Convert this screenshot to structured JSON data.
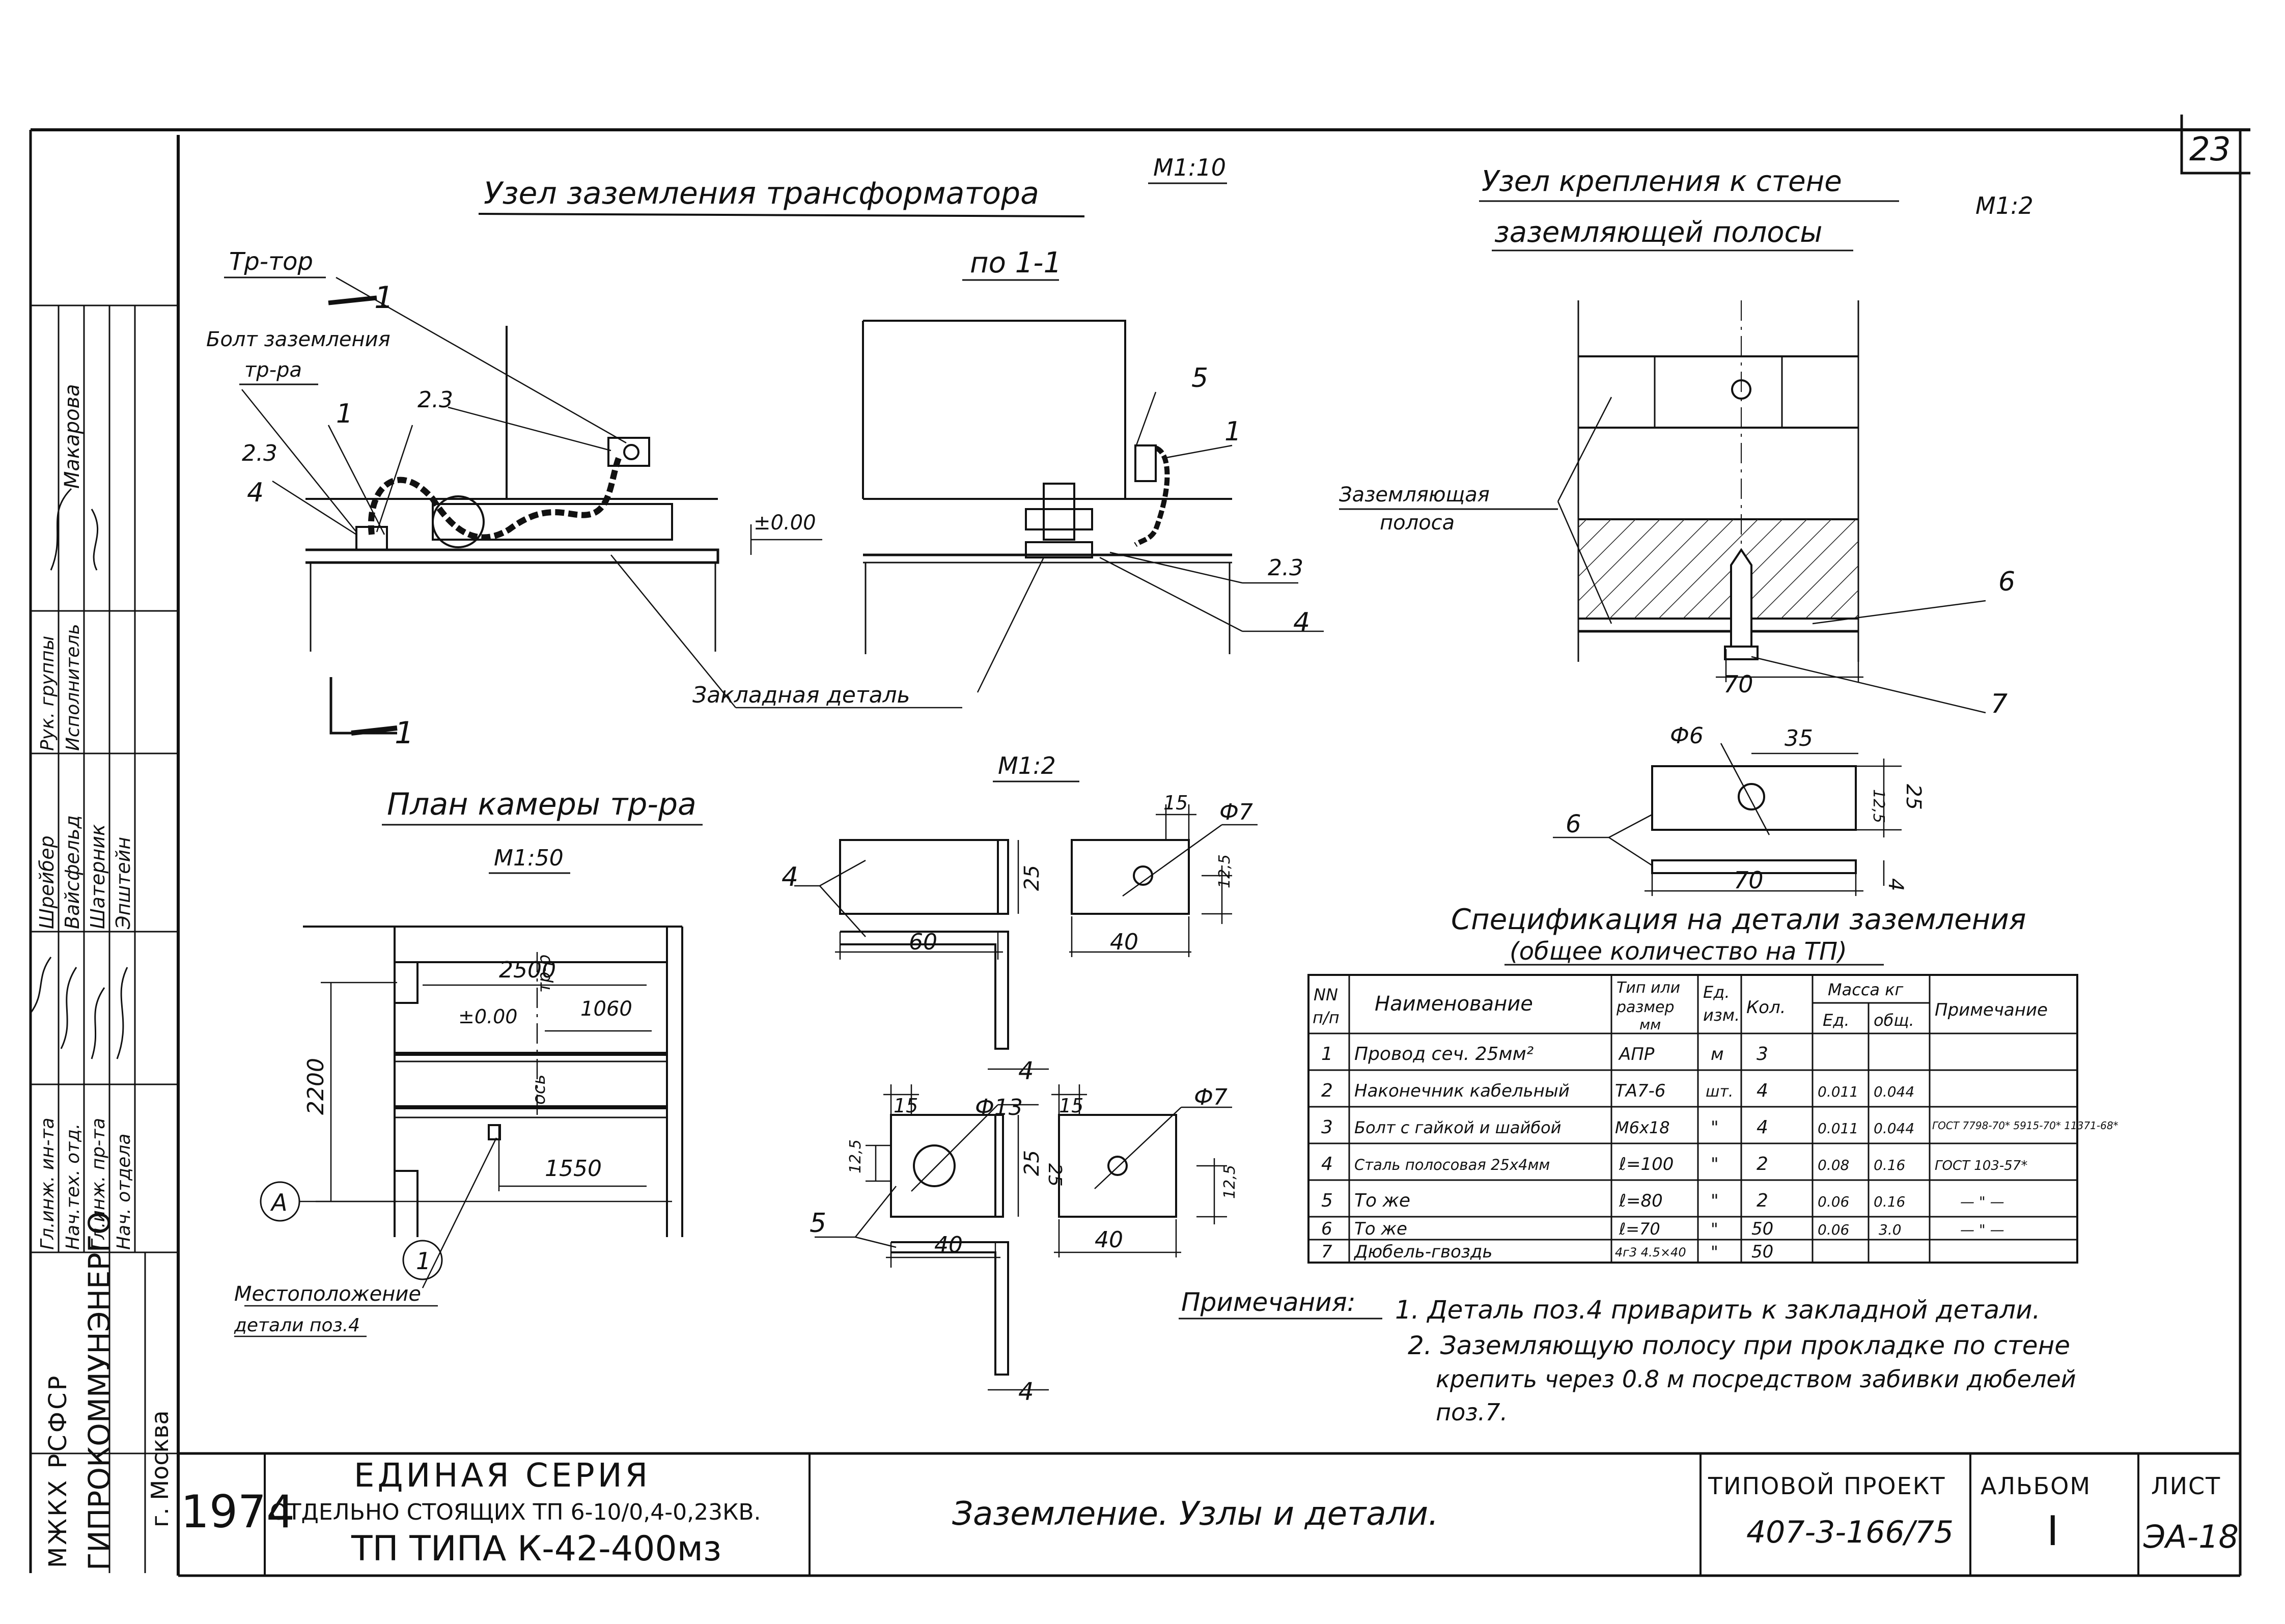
{
  "sheet_number": "23",
  "views": {
    "transformer_node": {
      "title": "Узел заземления трансформатора",
      "scale": "М1:10",
      "label_transformer": "Тр-тор",
      "label_section_mark": "1",
      "label_bolt_line1": "Болт заземления",
      "label_bolt_line2": "тр-ра",
      "pos_2_3_left": "2.3",
      "pos_1": "1",
      "pos_2_3_mid": "2.3",
      "pos_4": "4",
      "level_mark": "±0.00",
      "embedded_part": "Закладная деталь",
      "section_mark_bottom": "1"
    },
    "section_1_1": {
      "title": "по 1-1",
      "pos_5": "5",
      "pos_1": "1",
      "pos_2_3": "2.3",
      "pos_4": "4"
    },
    "wall_node": {
      "title_line1": "Узел крепления к стене",
      "title_line2": "заземляющей полосы",
      "scale": "М1:2",
      "label_strip_line1": "Заземляющая",
      "label_strip_line2": "полоса",
      "pos_6": "6",
      "dim_70": "70",
      "pos_7": "7"
    },
    "strip_detail": {
      "dim_phi6": "Ф6",
      "dim_35": "35",
      "dim_12_5": "12,5",
      "dim_25": "25",
      "pos_6": "6",
      "dim_70": "70",
      "dim_4": "4"
    },
    "plan": {
      "title": "План камеры тр-ра",
      "scale": "М1:50",
      "dim_2500": "2500",
      "level": "±0.00",
      "dim_1060": "1060",
      "label_tr": "тр-р",
      "label_axis": "ось",
      "dim_2200": "2200",
      "dim_1550": "1550",
      "axis_A": "А",
      "pos_1": "1",
      "note_line1": "Местоположение",
      "note_line2": "детали поз.4"
    },
    "details": {
      "scale": "М1:2",
      "pos_4": "4",
      "dim_60": "60",
      "dim_25a": "25",
      "dim_15a": "15",
      "dim_phi7a": "Ф7",
      "dim_12_5a": "12,5",
      "dim_40a": "40",
      "dim_4a": "4",
      "dim_15b": "15",
      "dim_phi13": "Ф13",
      "dim_15c": "15",
      "dim_phi7b": "Ф7",
      "dim_12_5b": "12,5",
      "dim_25b": "25",
      "dim_25c": "25",
      "dim_12_5c": "12,5",
      "pos_5": "5",
      "dim_40b": "40",
      "dim_40c": "40",
      "dim_4b": "4"
    }
  },
  "spec_table": {
    "title_line1": "Спецификация на детали заземления",
    "title_line2": "(общее количество на ТП)",
    "headers": {
      "num": [
        "NN",
        "п/п"
      ],
      "name": "Наименование",
      "type": [
        "Тип или",
        "размер",
        "мм"
      ],
      "unit": [
        "Ед.",
        "изм."
      ],
      "qty": "Кол.",
      "mass": "Масса кг",
      "mass_unit": "Ед.",
      "mass_total": "общ.",
      "note": "Примечание"
    },
    "rows": [
      {
        "num": "1",
        "name": "Провод сеч. 25мм²",
        "type": "АПР",
        "unit": "м",
        "qty": "3",
        "mass_unit": "",
        "mass_total": "",
        "note": ""
      },
      {
        "num": "2",
        "name": "Наконечник кабельный",
        "type": "ТА7-6",
        "unit": "шт.",
        "qty": "4",
        "mass_unit": "0.011",
        "mass_total": "0.044",
        "note": ""
      },
      {
        "num": "3",
        "name": "Болт с гайкой и шайбой",
        "type": "М6х18",
        "unit": "\"",
        "qty": "4",
        "mass_unit": "0.011",
        "mass_total": "0.044",
        "note": "ГОСТ 7798-70* 5915-70* 11371-68*"
      },
      {
        "num": "4",
        "name": "Сталь полосовая 25х4мм",
        "type": "ℓ=100",
        "unit": "\"",
        "qty": "2",
        "mass_unit": "0.08",
        "mass_total": "0.16",
        "note": "ГОСТ 103-57*"
      },
      {
        "num": "5",
        "name": "То же",
        "type": "ℓ=80",
        "unit": "\"",
        "qty": "2",
        "mass_unit": "0.06",
        "mass_total": "0.16",
        "note": "— \" —"
      },
      {
        "num": "6",
        "name": "То же",
        "type": "ℓ=70",
        "unit": "\"",
        "qty": "50",
        "mass_unit": "0.06",
        "mass_total": "3.0",
        "note": "— \" —"
      },
      {
        "num": "7",
        "name": "Дюбель-гвоздь",
        "type": "4г3 4.5×40",
        "unit": "\"",
        "qty": "50",
        "mass_unit": "",
        "mass_total": "",
        "note": ""
      }
    ]
  },
  "notes": {
    "label": "Примечания:",
    "line1": "1. Деталь поз.4 приварить к закладной детали.",
    "line2": "2. Заземляющую полосу при прокладке по стене",
    "line3": "крепить через 0.8 м посредством забивки дюбелей",
    "line4": "поз.7."
  },
  "side_stamp": {
    "roles": [
      "Гл.инж. ин-та",
      "Нач.тех. отд.",
      "Гл.инж. пр-та",
      "Нач. отдела",
      "Рук. группы",
      "Исполнитель"
    ],
    "names": [
      "Шрейбер",
      "Вайсфельд",
      "Шатерник",
      "Эпштейн",
      "Макарова"
    ],
    "org_line1": "МЖКХ РСФСР",
    "org_line2": "ГИПРОКОММУНЭНЕРГО",
    "org_line3": "г. Москва"
  },
  "title_block": {
    "year": "1974",
    "series_line1": "ЕДИНАЯ СЕРИЯ",
    "series_line2": "ОТДЕЛЬНО СТОЯЩИХ ТП 6-10/0,4-0,23КВ.",
    "series_line3": "ТП ТИПА К-42-400мз",
    "drawing_title": "Заземление. Узлы и детали.",
    "project_label": "ТИПОВОЙ ПРОЕКТ",
    "project_number": "407-3-166/75",
    "album_label": "АЛЬБОМ",
    "album_number": "I",
    "sheet_label": "ЛИСТ",
    "sheet_code": "ЭА-18"
  }
}
